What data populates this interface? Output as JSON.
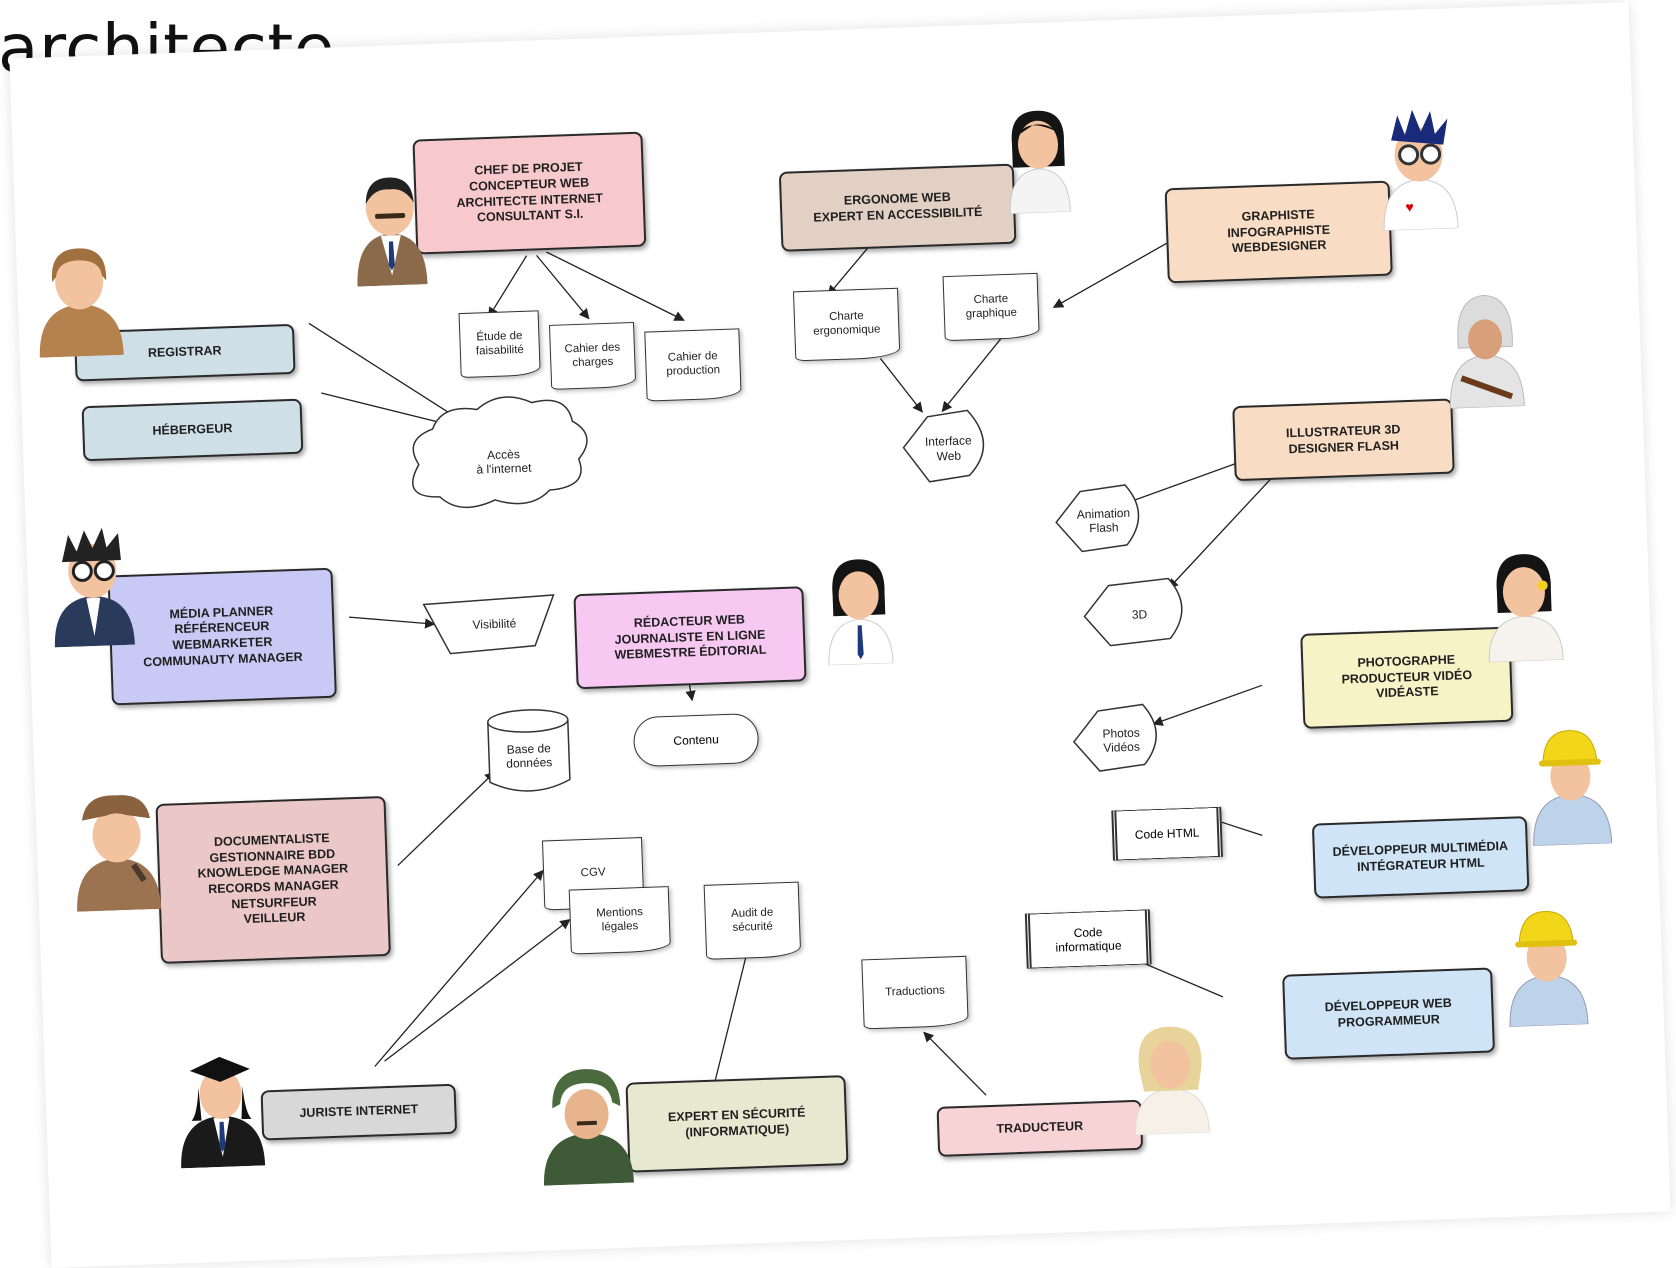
{
  "title": "architecte",
  "colors": {
    "chef": "#f7c9cd",
    "ergonome": "#e3d0c5",
    "graphiste": "#f8dcc4",
    "registrar": "#cfdfe8",
    "hebergeur": "#cfdfe8",
    "illustrateur": "#f8dcc4",
    "media": "#c9c9f5",
    "redacteur": "#f6c8f2",
    "photographe": "#f8f3c6",
    "documentaliste": "#ebc7c8",
    "dev": "#cfe4f7",
    "juriste": "#d8d8d8",
    "securite": "#e6e8d0",
    "traducteur": "#f8d3d6"
  },
  "roles": {
    "chef": "CHEF DE PROJET\nCONCEPTEUR WEB\nARCHITECTE INTERNET\nCONSULTANT S.I.",
    "ergonome": "ERGONOME WEB\nEXPERT EN ACCESSIBILITÉ",
    "graphiste": "GRAPHISTE\nINFOGRAPHISTE\nWEBDESIGNER",
    "registrar": "REGISTRAR",
    "hebergeur": "HÉBERGEUR",
    "illustrateur": "ILLUSTRATEUR 3D\nDESIGNER FLASH",
    "media": "MÉDIA PLANNER\nRÉFÉRENCEUR\nWEBMARKETER\nCOMMUNAUTY MANAGER",
    "redacteur": "RÉDACTEUR WEB\nJOURNALISTE EN LIGNE\nWEBMESTRE ÉDITORIAL",
    "photographe": "PHOTOGRAPHE\nPRODUCTEUR VIDÉO\nVIDÉASTE",
    "documentaliste": "DOCUMENTALISTE\nGESTIONNAIRE BDD\nKNOWLEDGE MANAGER\nRECORDS MANAGER\nNETSURFEUR\nVEILLEUR",
    "devmulti": "DÉVELOPPEUR MULTIMÉDIA\nINTÉGRATEUR HTML",
    "devweb": "DÉVELOPPEUR WEB\nPROGRAMMEUR",
    "juriste": "JURISTE INTERNET",
    "securite": "EXPERT EN SÉCURITÉ\n(INFORMATIQUE)",
    "traducteur": "TRADUCTEUR"
  },
  "artifacts": {
    "etude": "Étude de\nfaisabilité",
    "cahier_charges": "Cahier des\ncharges",
    "cahier_prod": "Cahier de\nproduction",
    "charte_ergo": "Charte\nergonomique",
    "charte_graph": "Charte\ngraphique",
    "interface": "Interface\nWeb",
    "acces": "Accès\nà l'internet",
    "animation": "Animation\nFlash",
    "visibilite": "Visibilité",
    "troisd": "3D",
    "contenu": "Contenu",
    "photos": "Photos\nVidéos",
    "base": "Base de\ndonnées",
    "code_html": "Code HTML",
    "cgv": "CGV",
    "mentions": "Mentions\nlégales",
    "audit": "Audit de\nsécurité",
    "code_info": "Code\ninformatique",
    "traductions": "Traductions"
  },
  "avatars": {
    "chef": "businessman-avatar-icon",
    "ergonome": "woman-avatar-icon",
    "graphiste": "designer-avatar-icon",
    "registrar": "aviator-avatar-icon",
    "illustrateur": "hooded-avatar-icon",
    "media": "geek-avatar-icon",
    "redacteur": "woman-avatar-icon",
    "photographe": "woman-flower-avatar-icon",
    "documentaliste": "detective-avatar-icon",
    "devmulti": "worker-helmet-avatar-icon",
    "devweb": "worker-helmet-avatar-icon",
    "juriste": "graduate-avatar-icon",
    "securite": "soldier-avatar-icon",
    "traducteur": "blonde-avatar-icon"
  }
}
